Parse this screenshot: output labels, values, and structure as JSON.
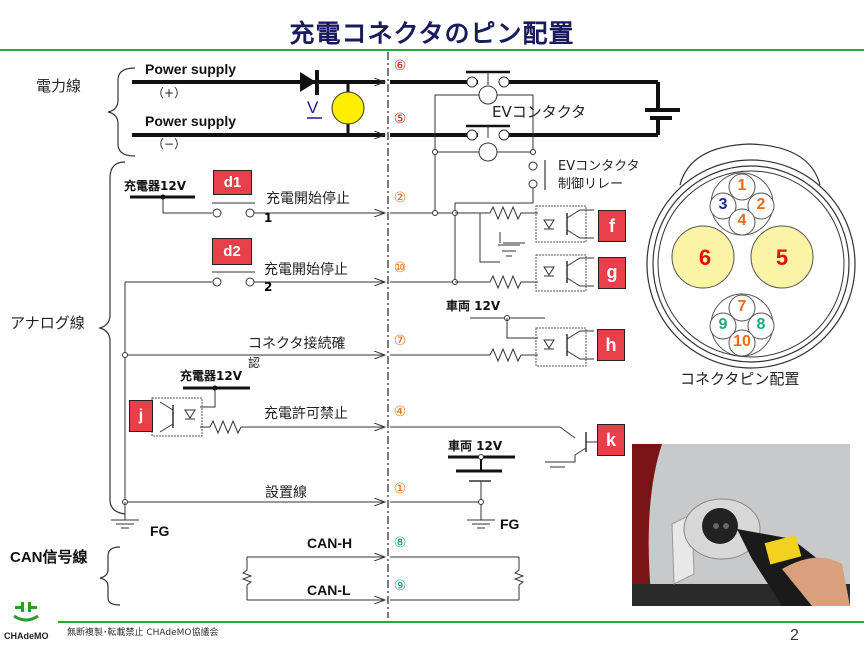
{
  "title": "充電コネクタのピン配置",
  "groups": {
    "power_lines": "電力線",
    "analog_lines": "アナログ線",
    "can_lines": "CAN信号線"
  },
  "power": {
    "plus_label": "Power supply",
    "plus_sign": "（+）",
    "minus_label": "Power supply",
    "minus_sign": "（−）",
    "voltmeter_label": "V",
    "ev_contactor": "EVコンタクタ",
    "ev_contactor_relay_line1": "EVコンタクタ",
    "ev_contactor_relay_line2": "制御リレー"
  },
  "signals": {
    "charger_12v_top": "充電器12V",
    "start_stop_1": "充電開始停止",
    "start_stop_1_num": "1",
    "start_stop_2": "充電開始停止",
    "start_stop_2_num": "2",
    "connector_check": "コネクタ接続確",
    "connector_check_tail": "認",
    "charger_12v_mid": "充電器12V",
    "charge_permit": "充電許可禁止",
    "vehicle_12v_upper": "車両 12V",
    "vehicle_12v_lower": "車両 12V",
    "ground_line": "設置線",
    "fg_left": "FG",
    "fg_right": "FG",
    "can_h": "CAN-H",
    "can_l": "CAN-L"
  },
  "component_tags": {
    "d1": "d1",
    "d2": "d2",
    "f": "f",
    "g": "g",
    "h": "h",
    "j": "j",
    "k": "k"
  },
  "pin_markers": [
    {
      "label": "⑥",
      "pin": 6,
      "color": "#d42020"
    },
    {
      "label": "⑤",
      "pin": 5,
      "color": "#d42020"
    },
    {
      "label": "②",
      "pin": 2,
      "color": "#f06a14"
    },
    {
      "label": "⑩",
      "pin": 10,
      "color": "#f06a14"
    },
    {
      "label": "⑦",
      "pin": 7,
      "color": "#f06a14"
    },
    {
      "label": "④",
      "pin": 4,
      "color": "#f06a14"
    },
    {
      "label": "①",
      "pin": 1,
      "color": "#f06a14"
    },
    {
      "label": "⑧",
      "pin": 8,
      "color": "#1aaa78"
    },
    {
      "label": "⑨",
      "pin": 9,
      "color": "#1aaa78"
    }
  ],
  "connector_face": {
    "caption": "コネクタピン配置",
    "big_pins": [
      {
        "label": "6",
        "color": "#e01010"
      },
      {
        "label": "5",
        "color": "#e01010"
      }
    ],
    "upper_cluster": [
      {
        "label": "1",
        "color": "#f06a14"
      },
      {
        "label": "3",
        "color": "#1a2a8e"
      },
      {
        "label": "2",
        "color": "#f06a14"
      },
      {
        "label": "4",
        "color": "#f06a14"
      }
    ],
    "lower_cluster": [
      {
        "label": "7",
        "color": "#f06a14"
      },
      {
        "label": "9",
        "color": "#1aaa78"
      },
      {
        "label": "8",
        "color": "#1aaa78"
      },
      {
        "label": "10",
        "color": "#f06a14"
      }
    ],
    "pin_fill": "#fbf3a6"
  },
  "footer": {
    "logo_text": "CHAdeMO",
    "copyright": "無断複製･転載禁止 CHAdeMO協議会",
    "page_number": "2"
  },
  "colors": {
    "title": "#1a1a5e",
    "rule": "#2ea82e",
    "tag_fill": "#e8404a",
    "voltmeter_fill": "#ffee00",
    "logo_green": "#2e9a2e"
  }
}
